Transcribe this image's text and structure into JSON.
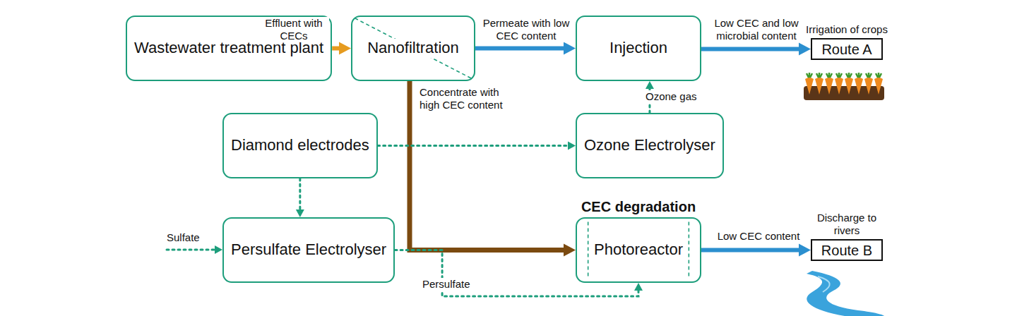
{
  "diagram": {
    "nodes": [
      {
        "text": [
          "Wastewater treatment plant"
        ]
      },
      {
        "text": [
          "Nanofiltration"
        ]
      },
      {
        "text": [
          "Injection"
        ]
      },
      {
        "text": [
          "Irrigation of crops",
          "Route A"
        ]
      },
      {
        "text": [
          "Diamond electrodes"
        ]
      },
      {
        "text": [
          "Ozone Electrolyser"
        ]
      },
      {
        "text": [
          "Persulfate Electrolyser"
        ]
      },
      {
        "text": [
          "CEC degradation",
          "Photoreactor"
        ]
      },
      {
        "text": [
          "Discharge to rivers",
          "Route B"
        ]
      }
    ],
    "edges": [
      {
        "from": 0,
        "to": 1,
        "label": "Effluent with CECs",
        "arrow": "to"
      },
      {
        "from": 1,
        "to": 2,
        "label": "Permeate with low CEC content",
        "arrow": "to"
      },
      {
        "from": 2,
        "to": 3,
        "label": "Low CEC and low microbial content",
        "arrow": "to"
      },
      {
        "from": 1,
        "to": 7,
        "label": "Concentrate with high CEC content",
        "arrow": "to"
      },
      {
        "from": 4,
        "to": 5,
        "arrow": "to"
      },
      {
        "from": 5,
        "to": 2,
        "label": "Ozone gas",
        "arrow": "to"
      },
      {
        "from": 4,
        "to": 6,
        "arrow": "to"
      },
      {
        "from": 6,
        "to": 7,
        "label": "Persulfate",
        "arrow": "to"
      },
      {
        "from": 7,
        "to": 8,
        "label": "Low CEC content",
        "arrow": "to"
      }
    ],
    "labels": [
      "Sulfate"
    ]
  }
}
